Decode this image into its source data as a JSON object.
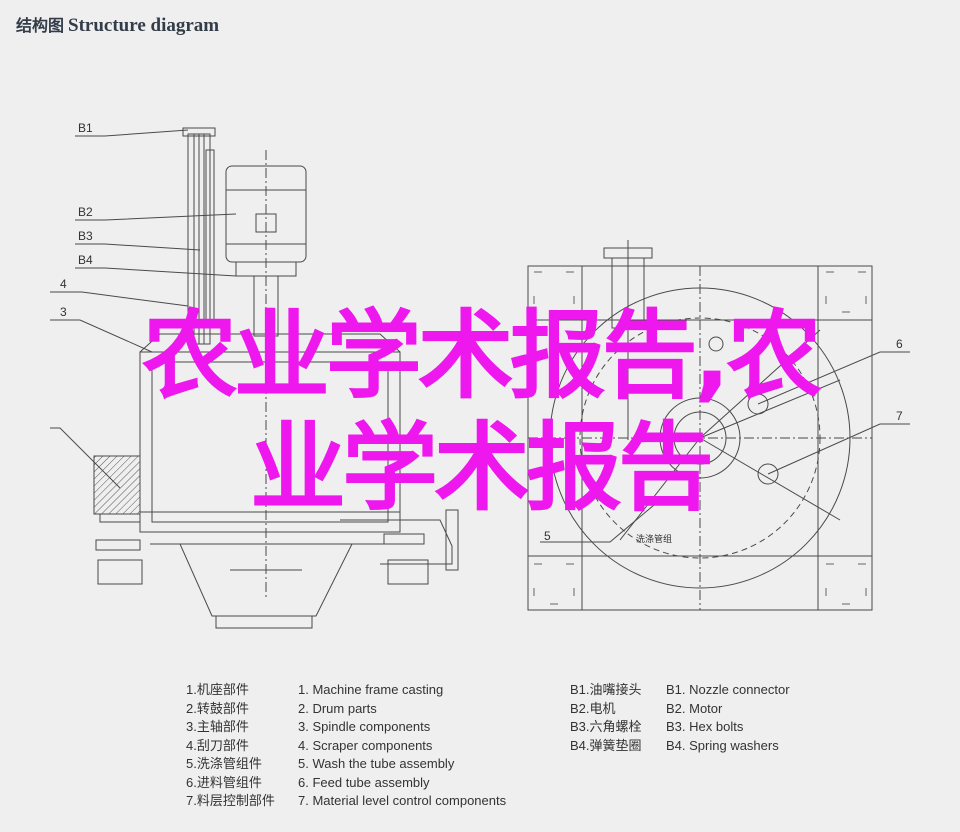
{
  "title": {
    "cn": "结构图",
    "en": "Structure diagram"
  },
  "callouts": {
    "B1": "B1",
    "B2": "B2",
    "B3": "B3",
    "B4": "B4",
    "n4": "4",
    "n3": "3",
    "n6": "6",
    "n7": "7",
    "n5": "5",
    "wash_small": "洗涤管组"
  },
  "watermark": {
    "line1": "农业学术报告,农",
    "line2": "业学术报告"
  },
  "legend": {
    "parts_cn": [
      "1.机座部件",
      "2.转鼓部件",
      "3.主轴部件",
      "4.刮刀部件",
      "5.洗涤管组件",
      "6.进料管组件",
      "7.料层控制部件"
    ],
    "parts_en": [
      "1. Machine frame casting",
      "2. Drum parts",
      "3. Spindle components",
      "4. Scraper components",
      "5. Wash the tube assembly",
      "6. Feed tube assembly",
      "7. Material level control components"
    ],
    "b_cn": [
      "B1.油嘴接头",
      "B2.电机",
      "B3.六角螺栓",
      "B4.弹簧垫圈"
    ],
    "b_en": [
      "B1. Nozzle connector",
      "B2. Motor",
      "B3. Hex bolts",
      "B4. Spring washers"
    ]
  },
  "colors": {
    "line": "#4a4a4a",
    "watermark": "#ee18ee",
    "title": "#333d49"
  }
}
